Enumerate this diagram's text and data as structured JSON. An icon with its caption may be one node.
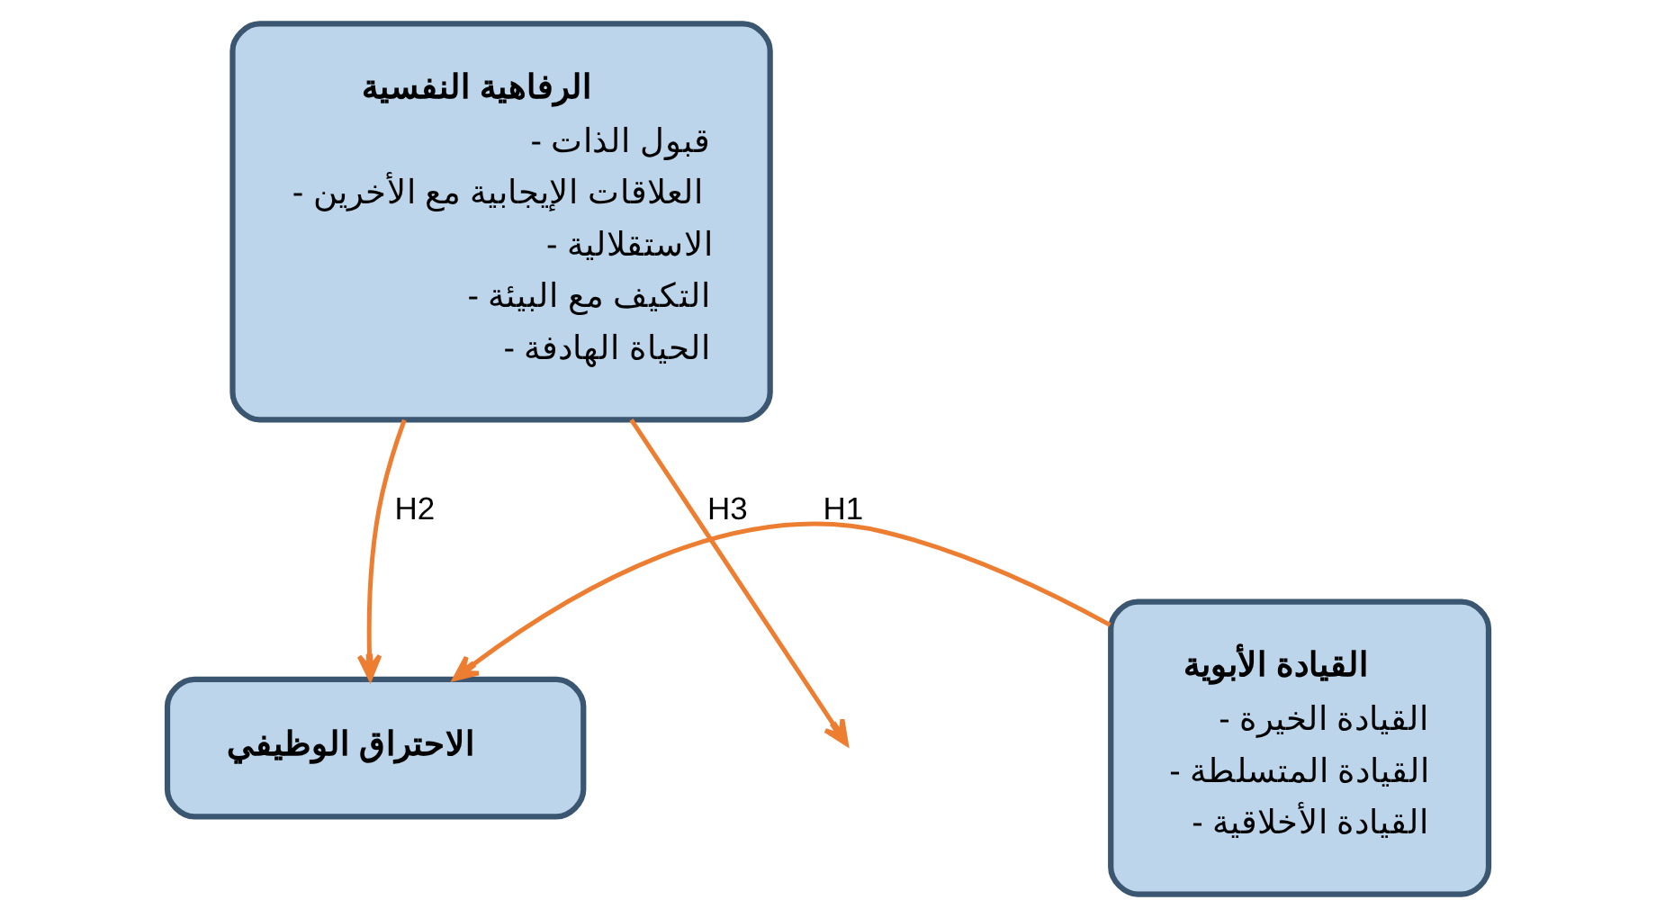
{
  "diagram": {
    "nodes": [
      {
        "text": [
          "الرفاهية النفسية",
          "- قبول الذات",
          "- العلاقات الإيجابية مع الأخرين",
          "- الاستقلالية",
          "- التكيف مع البيئة",
          "- الحياة الهادفة"
        ]
      },
      {
        "text": [
          "الاحتراق الوظيفي"
        ]
      },
      {
        "text": [
          "القيادة الأبوية",
          "- القيادة الخيرة",
          "- القيادة المتسلطة",
          "- القيادة الأخلاقية"
        ]
      }
    ],
    "edges": [
      {
        "from": 2,
        "to": 1,
        "arrow": "to",
        "label": "H1"
      },
      {
        "from": 0,
        "to": 1,
        "arrow": "to",
        "label": "H2"
      },
      {
        "from": 0,
        "to": null,
        "arrow": "to",
        "label": "H3"
      }
    ]
  }
}
